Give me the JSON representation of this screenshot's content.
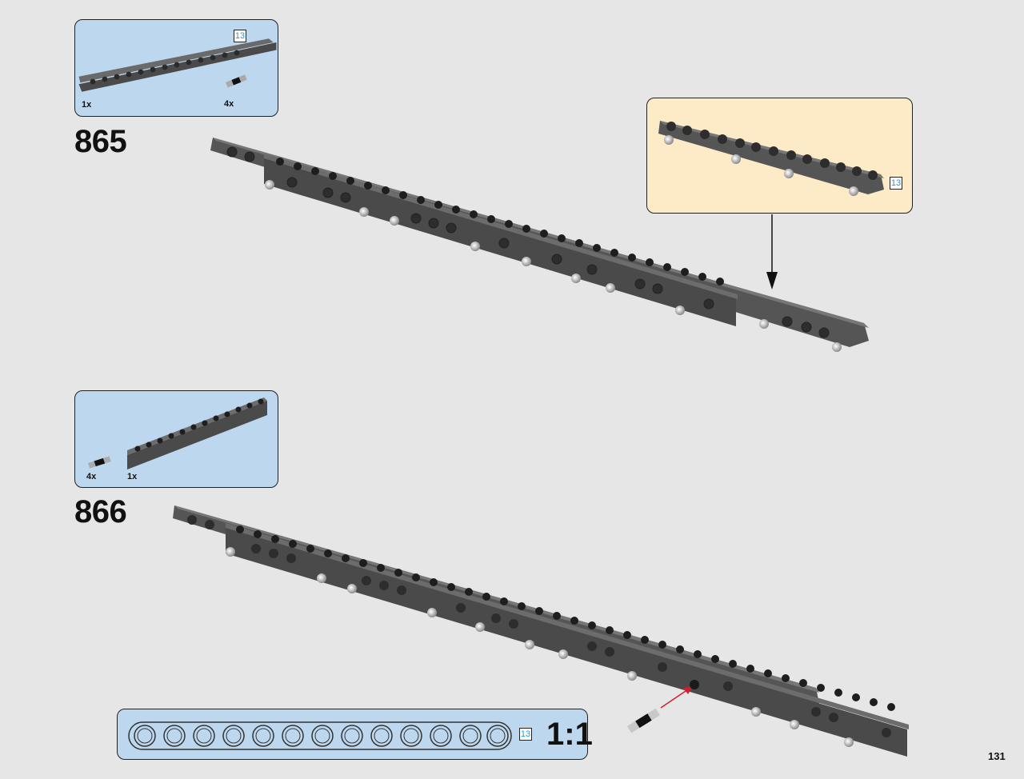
{
  "step_865": {
    "number": "865",
    "parts": [
      {
        "quantity": "1x",
        "part": "beam-13-icon"
      },
      {
        "quantity": "4x",
        "part": "pin-icon"
      }
    ],
    "length_tag": "13",
    "callout_length_tag": "13"
  },
  "step_866": {
    "number": "866",
    "parts": [
      {
        "quantity": "4x",
        "part": "pin-icon"
      },
      {
        "quantity": "1x",
        "part": "brick-12-icon"
      }
    ]
  },
  "scale_reference": {
    "length_tag": "13",
    "label": "1:1"
  },
  "page": {
    "number": "131"
  },
  "colors": {
    "parts_box": "#bdd7ef",
    "callout_box": "#fcebc6",
    "beam": "#5c5c5c",
    "arrow": "#d0202e",
    "length_tag_text": "#2f95c8"
  }
}
